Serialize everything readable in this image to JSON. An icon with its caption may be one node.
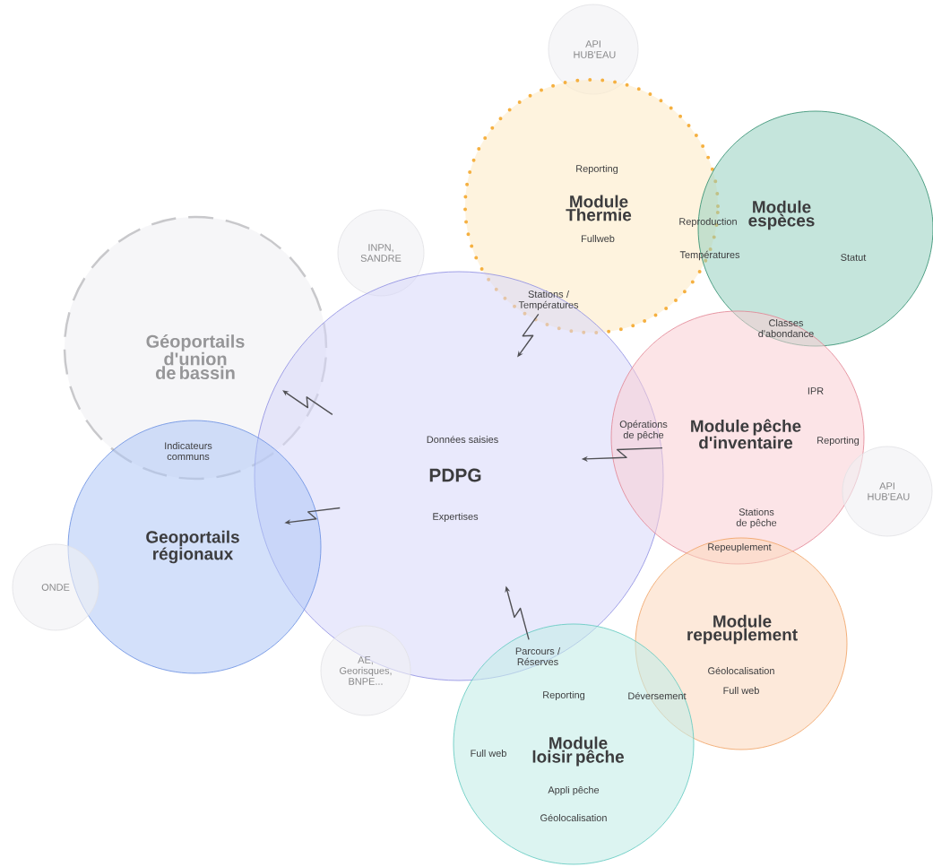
{
  "diagram": {
    "nodes": [
      {
        "text": [
          "API HUB'EAU"
        ]
      },
      {
        "text": [
          "Reporting",
          "Module Thermie",
          "Fullweb"
        ]
      },
      {
        "text": [
          "INPN, SANDRE"
        ]
      },
      {
        "text": [
          "Module espèces",
          "Statut"
        ]
      },
      {
        "text": [
          "Géoportails d'union de bassin"
        ]
      },
      {
        "text": [
          "Données saisies",
          "PDPG",
          "Expertises"
        ]
      },
      {
        "text": [
          "IPR",
          "Module pêche d'inventaire",
          "Reporting",
          "Stations de pêche"
        ]
      },
      {
        "text": [
          "API HUB'EAU"
        ]
      },
      {
        "text": [
          "Geoportails régionaux"
        ]
      },
      {
        "text": [
          "ONDE"
        ]
      },
      {
        "text": [
          "Module repeuplement",
          "Géolocalisation",
          "Full web"
        ]
      },
      {
        "text": [
          "AE, Georisques, BNPE..."
        ]
      },
      {
        "text": [
          "Reporting",
          "Full web",
          "Module loisir pêche",
          "Appli pêche",
          "Géolocalisation"
        ]
      }
    ],
    "edges": [
      {
        "from": 1,
        "to": 5,
        "arrow": "to"
      },
      {
        "from": 5,
        "to": 4,
        "arrow": "to"
      },
      {
        "from": 6,
        "to": 5,
        "arrow": "to"
      },
      {
        "from": 5,
        "to": 8,
        "arrow": "to"
      },
      {
        "from": 12,
        "to": 5,
        "arrow": "to"
      }
    ],
    "labels": [
      "Reproduction",
      "Températures",
      "Stations / Températures",
      "Classes d'abondance",
      "Indicateurs communs",
      "Opérations de pêche",
      "Repeuplement",
      "Parcours / Réserves",
      "Déversement"
    ]
  }
}
